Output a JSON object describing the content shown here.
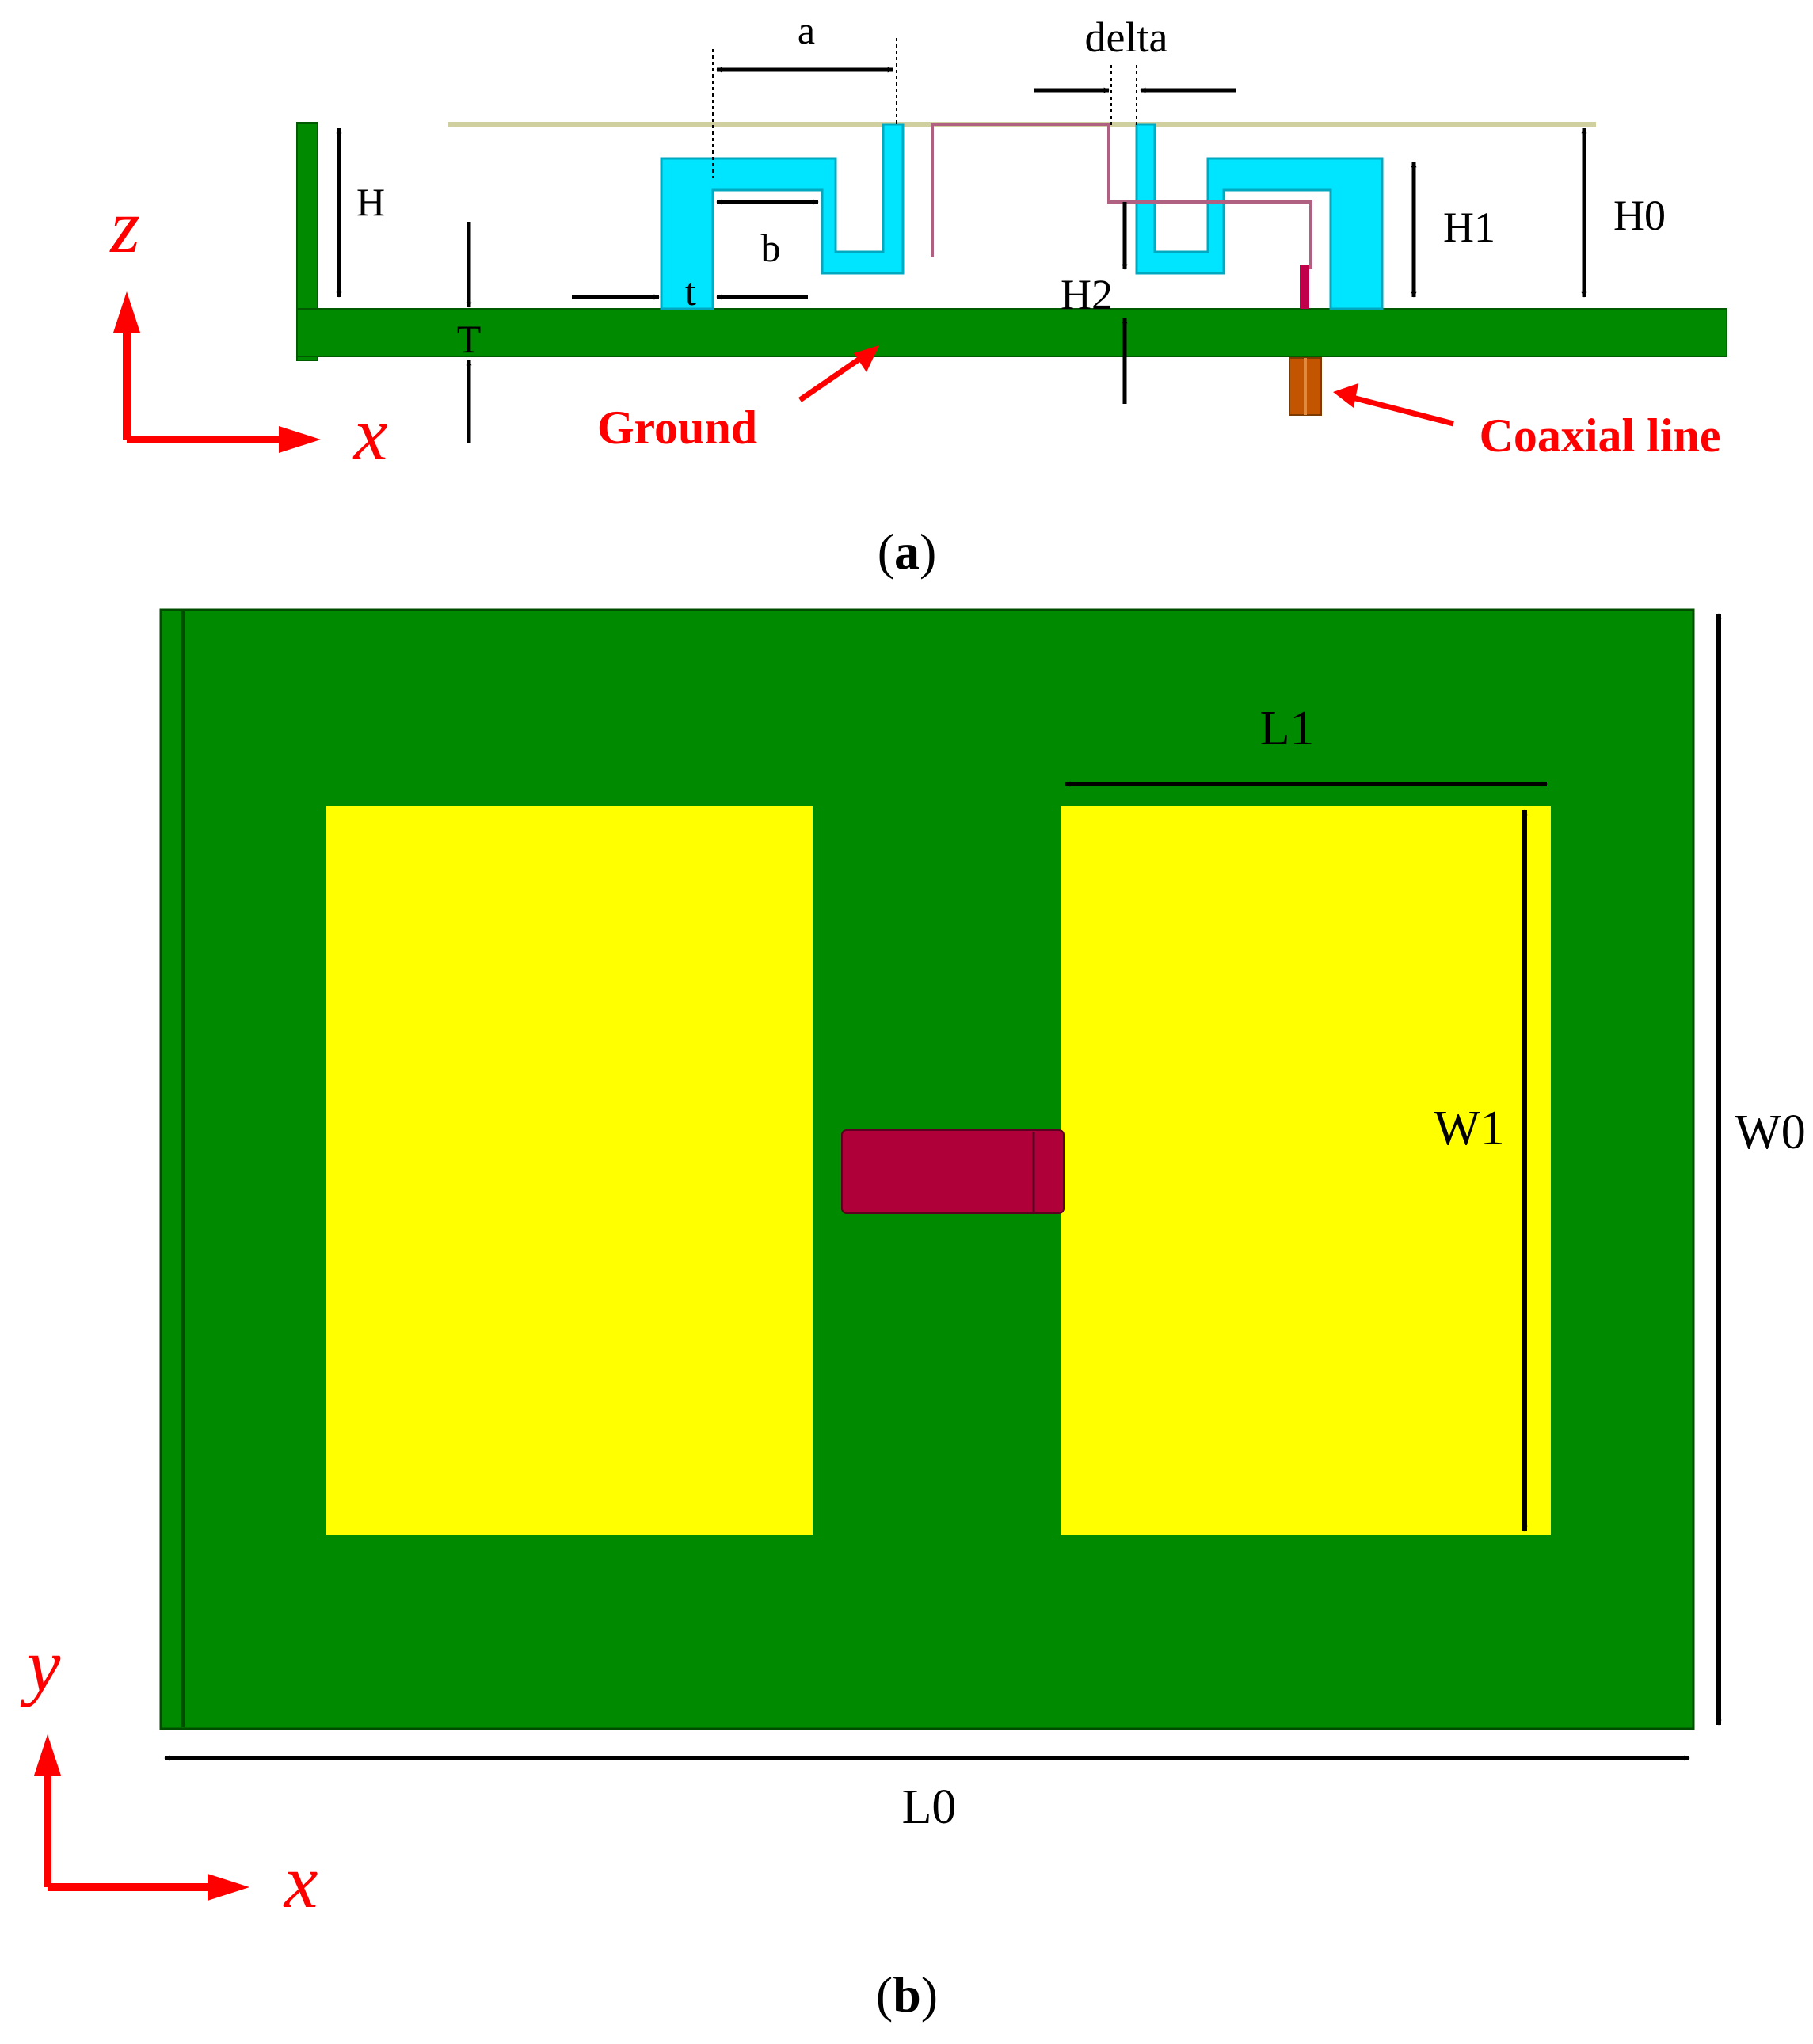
{
  "colors": {
    "ground": "#008a00",
    "patch": "#ffff00",
    "side_patch": "#00e5ff",
    "feed": "#b0003a",
    "coax": "#c45500",
    "annotation": "#ff0000",
    "dimension": "#000000",
    "top_line": "#cfcf9f"
  },
  "panel_a": {
    "labels": {
      "a": "a",
      "delta": "delta",
      "H": "H",
      "H0": "H0",
      "H1": "H1",
      "H2": "H2",
      "b": "b",
      "t": "t",
      "T": "T"
    },
    "axes": {
      "vertical": "z",
      "horizontal": "x"
    },
    "callouts": {
      "ground": "Ground",
      "coax": "Coaxial line"
    },
    "caption": {
      "open": "(",
      "letter": "a",
      "close": ")"
    }
  },
  "panel_b": {
    "labels": {
      "L1": "L1",
      "W1": "W1",
      "W0": "W0",
      "L0": "L0"
    },
    "axes": {
      "vertical": "y",
      "horizontal": "x"
    },
    "caption": {
      "open": "(",
      "letter": "b",
      "close": ")"
    }
  }
}
